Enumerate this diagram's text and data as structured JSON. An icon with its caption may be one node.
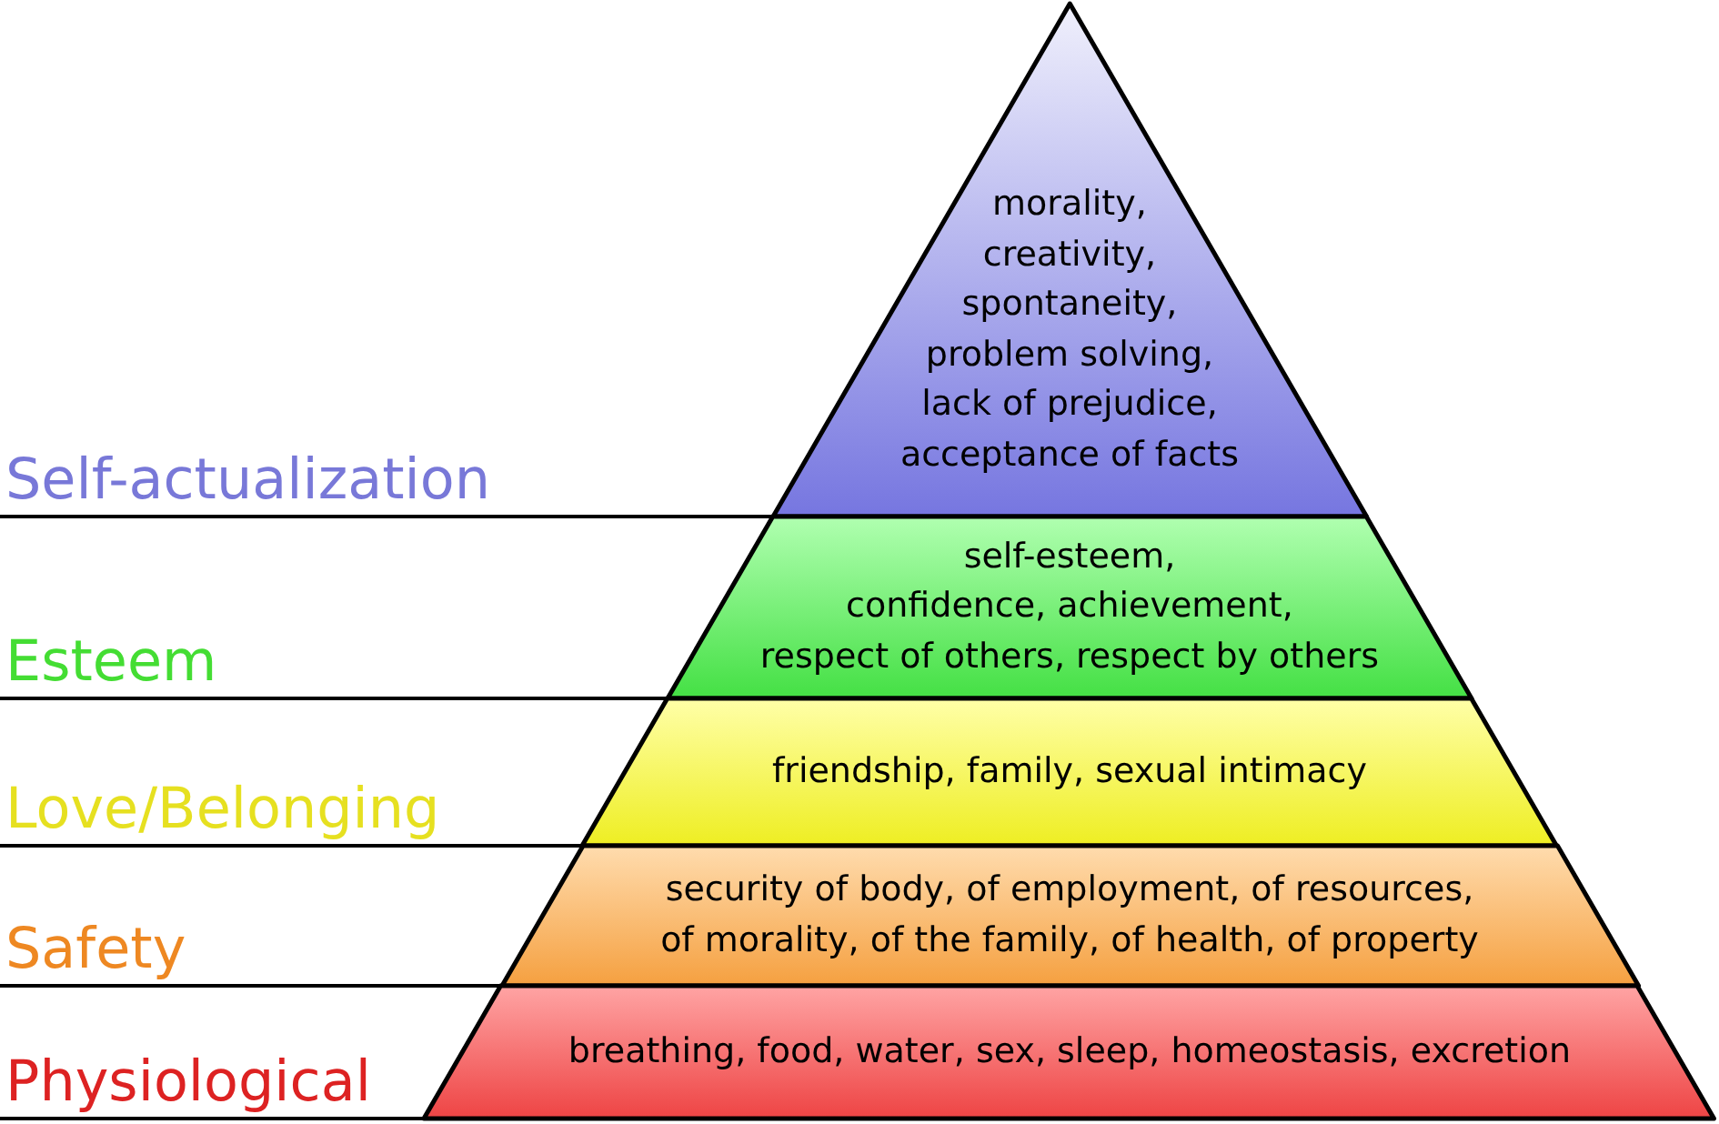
{
  "diagram": {
    "nodes": [
      {
        "text": [
          "morality, creativity, spontaneity, problem solving, lack of prejudice, acceptance of facts"
        ]
      },
      {
        "text": [
          "self-esteem,",
          "confidence, achievement,",
          "respect of others, respect by others"
        ]
      },
      {
        "text": [
          "friendship, family, sexual intimacy"
        ]
      },
      {
        "text": [
          "security of body, of employment, of resources, of morality, of the family, of health, of property"
        ]
      },
      {
        "text": [
          "breathing, food, water, sex, sleep, homeostasis, excretion"
        ]
      },
      {
        "text": [
          "Self-actualization"
        ]
      },
      {
        "text": [
          "Esteem"
        ]
      },
      {
        "text": [
          "Love/Belonging"
        ]
      },
      {
        "text": [
          "Safety"
        ]
      },
      {
        "text": [
          "Physiological"
        ]
      }
    ],
    "edges": [
      {
        "from": 5,
        "to": 0,
        "arrow": "none"
      },
      {
        "from": 6,
        "to": 1,
        "arrow": "none"
      },
      {
        "from": 7,
        "to": 2,
        "arrow": "none"
      },
      {
        "from": 8,
        "to": 3,
        "arrow": "none"
      },
      {
        "from": 9,
        "to": 4,
        "arrow": "none"
      }
    ]
  }
}
